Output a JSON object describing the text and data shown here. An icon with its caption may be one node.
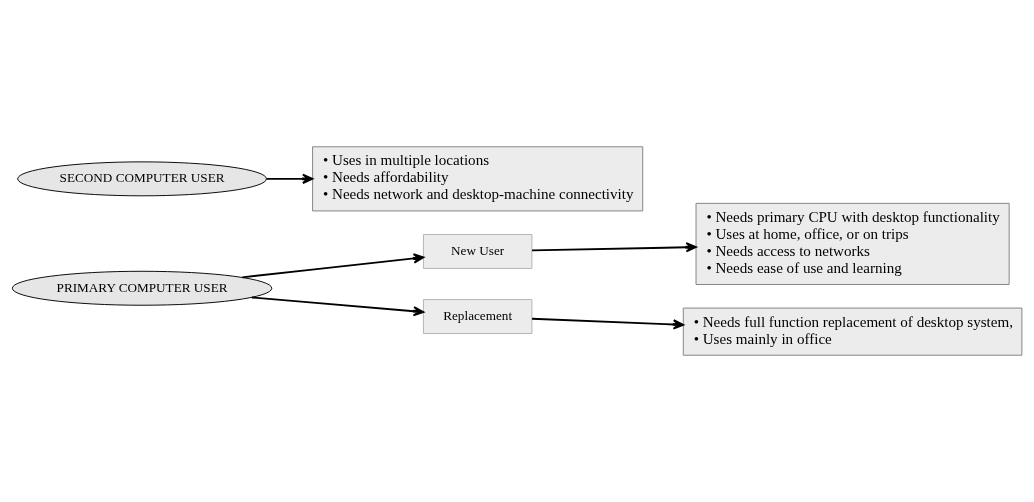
{
  "diagram": {
    "nodes": [
      {
        "text": [
          "PRIMARY COMPUTER USER"
        ]
      },
      {
        "text": [
          "New User"
        ]
      },
      {
        "text": [
          "• Needs primary CPU with desktop functionality",
          "• Uses at home, office, or on trips",
          "• Needs access to networks",
          "• Needs ease of use and learning"
        ]
      },
      {
        "text": [
          "Replacement"
        ]
      },
      {
        "text": [
          "• Needs full function replacement of desktop system,",
          "• Uses mainly in office"
        ]
      },
      {
        "text": [
          "SECOND COMPUTER USER"
        ]
      },
      {
        "text": [
          "• Uses in multiple locations",
          "• Needs affordability",
          "• Needs network and desktop-machine connectivity"
        ]
      }
    ],
    "edges": [
      {
        "from": 0,
        "to": 1,
        "arrow": "to"
      },
      {
        "from": 1,
        "to": 2,
        "arrow": "to"
      },
      {
        "from": 0,
        "to": 3,
        "arrow": "to"
      },
      {
        "from": 3,
        "to": 4,
        "arrow": "to"
      },
      {
        "from": 5,
        "to": 6,
        "arrow": "to"
      }
    ]
  }
}
